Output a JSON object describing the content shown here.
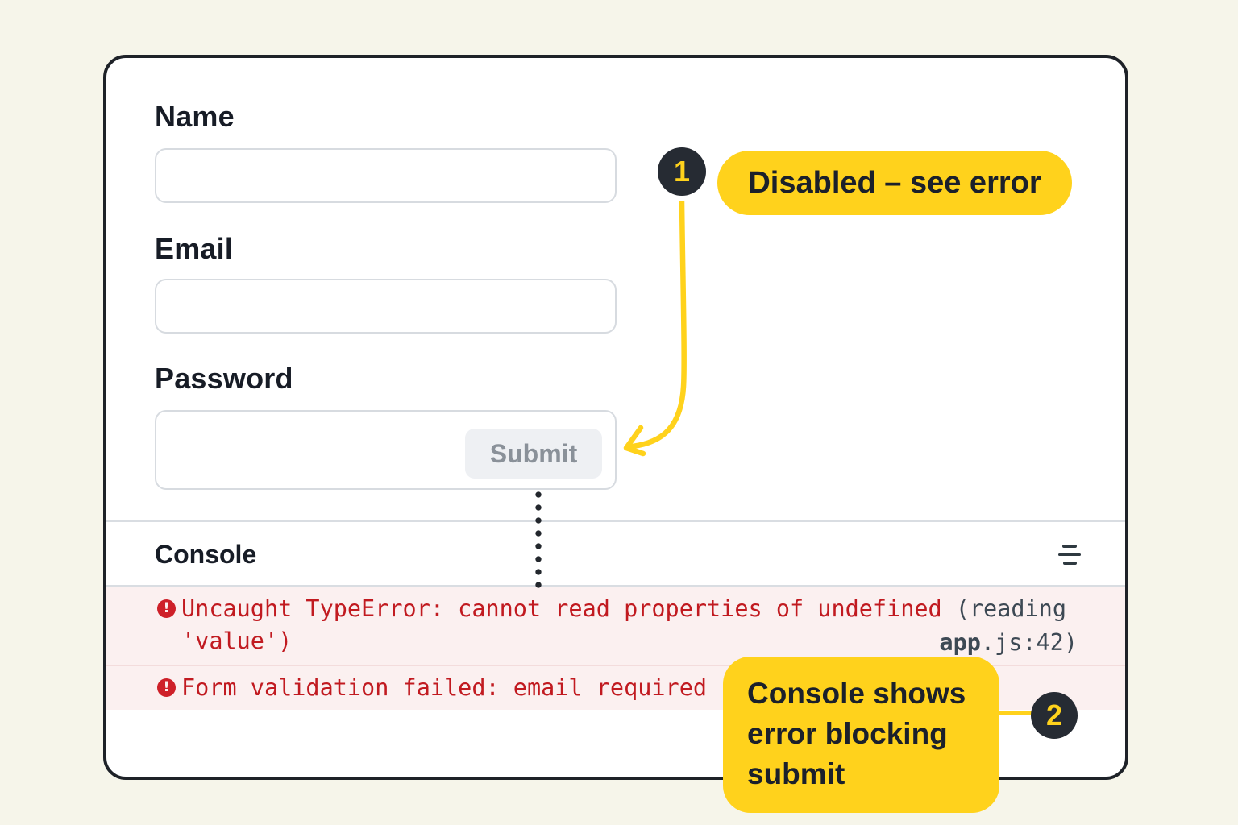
{
  "form": {
    "fields": [
      {
        "label": "Name"
      },
      {
        "label": "Email"
      },
      {
        "label": "Password"
      }
    ],
    "submit_label": "Submit",
    "submit_state": "disabled"
  },
  "console_panel": {
    "title": "Console",
    "menu_icon": "filter-lines-icon",
    "entries": [
      {
        "icon": "error-badge-icon",
        "message_primary": "Uncaught TypeError: cannot read properties of undefined",
        "message_secondary": "(reading",
        "message_wrap": "'value')",
        "source_file": "app",
        "source_rest": ".js:42)"
      },
      {
        "icon": "error-badge-icon",
        "message": "Form validation failed: email required"
      }
    ]
  },
  "annotations": {
    "step1": {
      "number": "1",
      "label": "Disabled – see error"
    },
    "step2": {
      "number": "2",
      "label": "Console shows error blocking submit"
    }
  },
  "icons": {
    "error_badge_glyph": "!"
  },
  "colors": {
    "page_background": "#F6F5EA",
    "card_background": "#FFFFFF",
    "card_border": "#1E2228",
    "accent_yellow": "#FFD21C",
    "badge_dark": "#262B33",
    "error_red": "#C11A20",
    "error_row_pink": "#FBF0F0",
    "source_slate": "#3D4954",
    "disabled_button_bg": "#EEF0F3",
    "disabled_button_text": "#8A9199",
    "input_border": "#D7DBE0"
  }
}
